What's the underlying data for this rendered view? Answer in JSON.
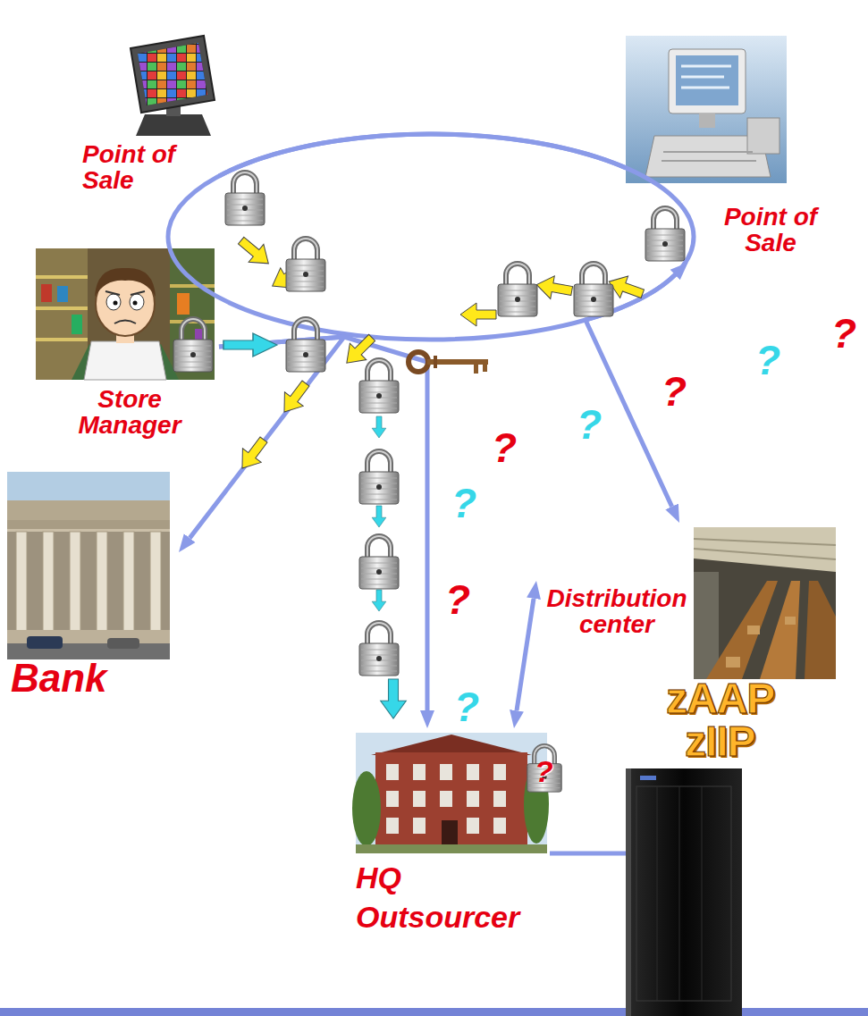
{
  "diagram": {
    "nodes": [
      {
        "text": [
          "Point of Sale"
        ]
      },
      {
        "text": [
          "Point of Sale"
        ]
      },
      {
        "text": [
          "Store Manager"
        ]
      },
      {
        "text": [
          "Bank"
        ]
      },
      {
        "text": [
          "Distribution center"
        ]
      },
      {
        "text": [
          "HQ Outsourcer"
        ]
      },
      {
        "text": [
          "zAAP zIIP"
        ]
      }
    ],
    "edges": [
      {
        "from": 0,
        "to": 1,
        "arrow": "none"
      },
      {
        "from": 2,
        "to": 3,
        "arrow": "to"
      },
      {
        "from": 2,
        "to": 5,
        "arrow": "to"
      },
      {
        "from": 1,
        "to": 4,
        "arrow": "both"
      },
      {
        "from": 4,
        "to": 5,
        "arrow": "both"
      },
      {
        "from": 5,
        "to": 6,
        "arrow": "none"
      }
    ],
    "labels": [
      "?",
      "?",
      "?",
      "?",
      "?",
      "?",
      "?",
      "?",
      "?"
    ]
  }
}
